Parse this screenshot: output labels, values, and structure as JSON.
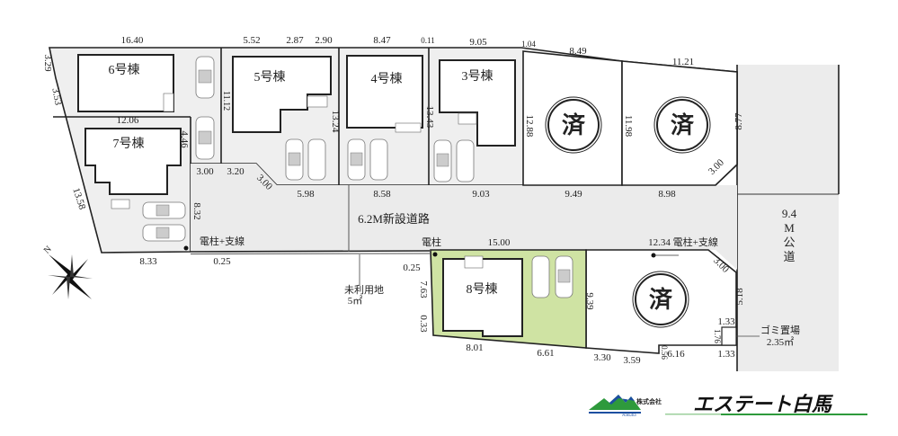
{
  "colors": {
    "site_fill": "#efefef",
    "sold_fill": "#ffffff",
    "lot8_fill": "#cfe3a3",
    "road_fill": "#e9e9e9",
    "logo_green": "#2e9a3c",
    "logo_blue": "#1d4fa0"
  },
  "houses": {
    "h6": "6号棟",
    "h7": "7号棟",
    "h5": "5号棟",
    "h4": "4号棟",
    "h3": "3号棟",
    "h8": "8号棟"
  },
  "sold_mark": "済",
  "road_new": "6.2M新設道路",
  "public_road": [
    "9.4",
    "M",
    "公",
    "道"
  ],
  "poles": {
    "pole_stay_left": "電柱+支線",
    "pole": "電柱",
    "pole_stay_right": "12.34 電柱+支線"
  },
  "unused_land": {
    "label": "未利用地",
    "area": "5㎡"
  },
  "garbage": {
    "label": "ゴミ置場",
    "area": "2.35㎡"
  },
  "compass": "N",
  "logo": {
    "prefix": "株式会社",
    "name": "エステート白馬",
    "sub": "Hakuba"
  },
  "dims": [
    "16.40",
    "5.52",
    "2.87",
    "2.90",
    "8.47",
    "0.11",
    "9.05",
    "1.04",
    "8.49",
    "11.21",
    "3.29",
    "3.53",
    "13.58",
    "12.06",
    "4.46",
    "11.12",
    "13.24",
    "13.43",
    "12.88",
    "11.98",
    "8.77",
    "3.00",
    "3.20",
    "3.00",
    "5.98",
    "8.58",
    "9.03",
    "9.49",
    "8.98",
    "3.00",
    "8.32",
    "8.33",
    "0.25",
    "15.00",
    "0.25",
    "3.00",
    "7.63",
    "0.33",
    "8.01",
    "6.61",
    "3.30",
    "3.59",
    "0.56",
    "6.16",
    "1.33",
    "1.76",
    "1.33",
    "9.39",
    "5.18"
  ]
}
